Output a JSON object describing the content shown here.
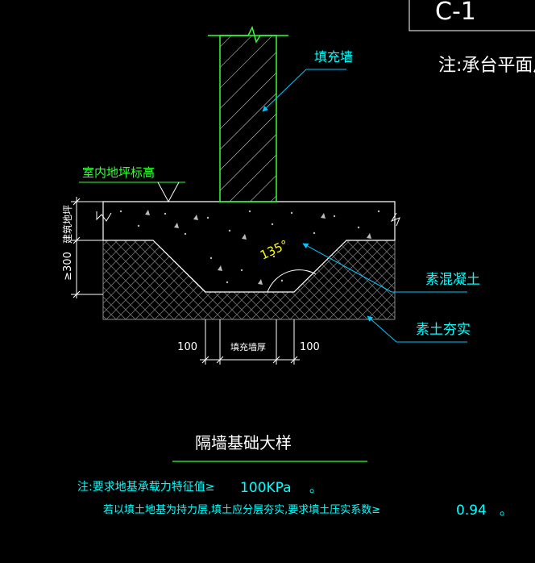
{
  "title_block_text": "C-1",
  "top_note": "注:承台平面尺",
  "labels": {
    "infill_wall": "填充墙",
    "floor_level": "室内地坪标高",
    "floor_structure": "建筑地坪",
    "depth_dim": "≥300",
    "plain_concrete": "素混凝土",
    "compacted_soil": "素土夯实",
    "angle": "135°",
    "offset_left": "100",
    "wall_thickness": "填充墙厚",
    "offset_right": "100"
  },
  "drawing_title": "隔墙基础大样",
  "notes": {
    "line1_text": "注:要求地基承载力特征值≥",
    "line1_value": "100KPa",
    "line1_end": "。",
    "line2_text": "若以填土地基为持力层,填土应分层夯实,要求填土压实系数≥",
    "line2_value": "0.94",
    "line2_end": "。"
  },
  "colors": {
    "background": "#000000",
    "wall": "#33ff33",
    "concrete": "#ffffff",
    "soil": "#8a8a8a",
    "leader": "#00c8ff",
    "text_cyan": "#00ffff",
    "text_white": "#ffffff",
    "angle": "#ffff00",
    "title_line": "#33ff33"
  }
}
